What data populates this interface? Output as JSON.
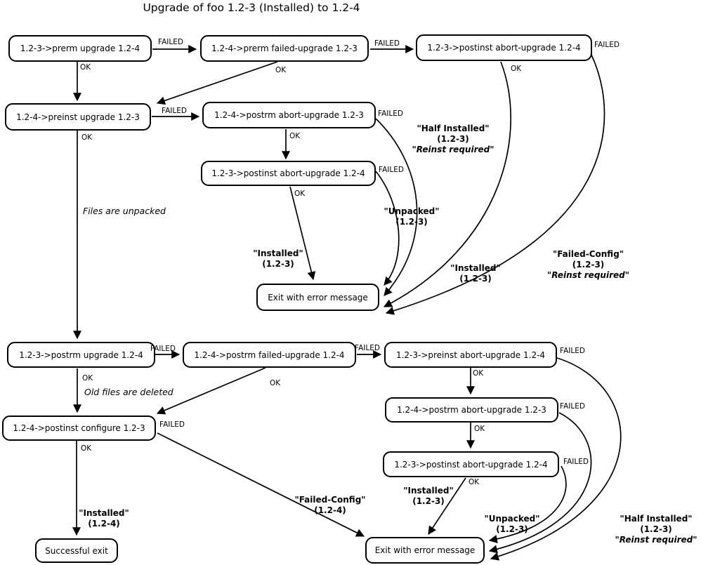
{
  "title": "Upgrade of foo 1.2-3 (Installed) to 1.2-4",
  "edge": {
    "ok": "OK",
    "failed": "FAILED"
  },
  "nodes": {
    "prerm_upgrade": "1.2-3->prerm upgrade 1.2-4",
    "prerm_failed_upgrade": "1.2-4->prerm failed-upgrade 1.2-3",
    "postinst_abort_top": "1.2-3->postinst abort-upgrade 1.2-4",
    "preinst_upgrade": "1.2-4->preinst upgrade 1.2-3",
    "postrm_abort_top": "1.2-4->postrm abort-upgrade 1.2-3",
    "postinst_abort_mid": "1.2-3->postinst abort-upgrade 1.2-4",
    "exit_error_top": "Exit with error message",
    "postrm_upgrade": "1.2-3->postrm upgrade 1.2-4",
    "postrm_failed_upgrade": "1.2-4->postrm failed-upgrade 1.2-4",
    "preinst_abort": "1.2-3->preinst abort-upgrade 1.2-4",
    "postinst_configure": "1.2-4->postinst configure 1.2-3",
    "postrm_abort_bottom": "1.2-4->postrm abort-upgrade 1.2-3",
    "postinst_abort_bottom": "1.2-3->postinst abort-upgrade 1.2-4",
    "successful_exit": "Successful exit",
    "exit_error_bottom": "Exit with error message"
  },
  "annotations": {
    "files_unpacked": "Files are unpacked",
    "old_files_deleted": "Old files are deleted"
  },
  "states": {
    "installed_123": [
      "\"Installed\"",
      "(1.2-3)"
    ],
    "installed_124": [
      "\"Installed\"",
      "(1.2-4)"
    ],
    "unpacked_123": [
      "\"Unpacked\"",
      "(1.2-3)"
    ],
    "half_installed_123": [
      "\"Half Installed\"",
      "(1.2-3)",
      "\"Reinst required\""
    ],
    "failed_config_123": [
      "\"Failed-Config\"",
      "(1.2-3)",
      "\"Reinst required\""
    ],
    "failed_config_124": [
      "\"Failed-Config\"",
      "(1.2-4)"
    ]
  },
  "colors": {
    "stroke": "#000000",
    "background": "#ffffff"
  }
}
